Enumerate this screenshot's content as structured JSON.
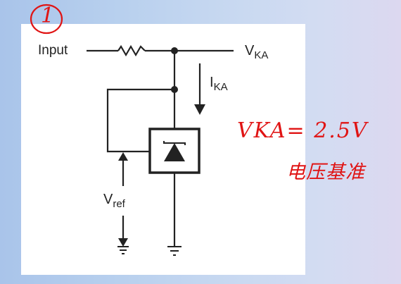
{
  "labels": {
    "input": "Input",
    "vka_main": "V",
    "vka_sub": "KA",
    "ika_main": "I",
    "ika_sub": "KA",
    "vref_main": "V",
    "vref_sub": "ref"
  },
  "annotations": {
    "number": "1",
    "note_voltage": "VKA= 2.5V",
    "note_chinese": "电压基准"
  },
  "colors": {
    "wire": "#222222",
    "annotation": "#e01414",
    "background": "#ffffff"
  }
}
